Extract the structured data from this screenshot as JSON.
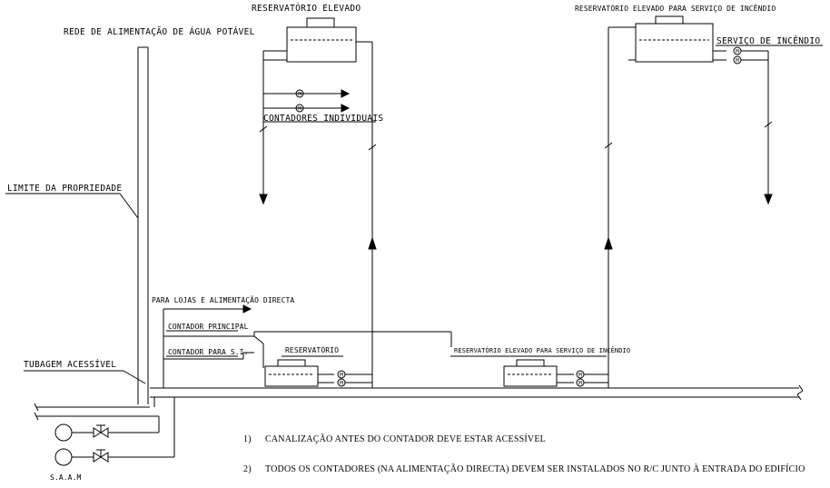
{
  "labels": {
    "rede": "REDE DE ALIMENTAÇÃO DE ÁGUA POTÁVEL",
    "res_elevado": "RESERVATÓRIO ELEVADO",
    "res_elevado_si_top": "RESERVATÓRIO ELEVADO PARA SERVIÇO DE INCÊNDIO",
    "servico_incendio": "SERVIÇO DE INCÊNDIO",
    "contadores_individuais": "CONTADORES INDIVIDUAIS",
    "limite": "LIMITE DA PROPRIEDADE",
    "lojas": "PARA LOJAS E ALIMENTAÇÃO DIRECTA",
    "contador_principal": "CONTADOR PRINCIPAL",
    "contador_si": "CONTADOR PARA S.I.",
    "reservatorio": "RESERVATÓRIO",
    "res_elevado_si_bottom": "RESERVATÓRIO ELEVADO PARA SERVIÇO DE INCÊNDIO",
    "tubagem": "TUBAGEM ACESSÍVEL",
    "saam": "S.A.A.M"
  },
  "notes": {
    "note1_num": "1)",
    "note1_text": "CANALIZAÇÃO ANTES DO CONTADOR DEVE ESTAR ACESSÍVEL",
    "note2_num": "2)",
    "note2_text": "TODOS OS CONTADORES (NA ALIMENTAÇÃO DIRECTA) DEVEM SER INSTALADOS NO R/C JUNTO À ENTRADA DO EDIFÍCIO"
  },
  "meter_symbol": "M"
}
